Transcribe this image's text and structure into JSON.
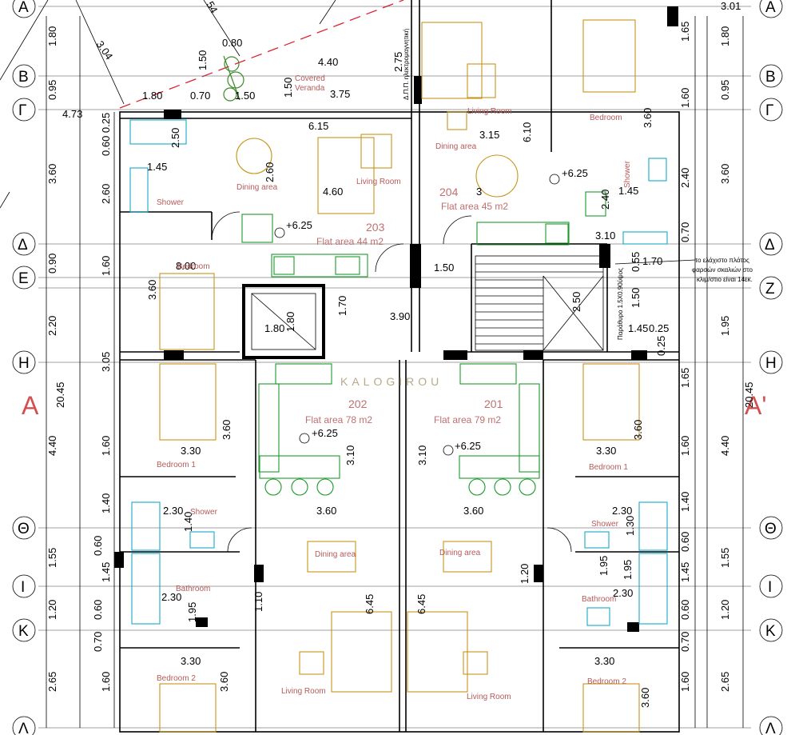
{
  "axes": {
    "rows": [
      "Α",
      "Β",
      "Γ",
      "Δ",
      "Ε",
      "Ζ",
      "Η",
      "Θ",
      "Ι",
      "Κ",
      "Λ"
    ],
    "section_left": "Α",
    "section_right": "Α'"
  },
  "flats": [
    {
      "number": "203",
      "area": "Flat area 44 m2"
    },
    {
      "number": "204",
      "area": "Flat area 45 m2"
    },
    {
      "number": "202",
      "area": "Flat area 78 m2"
    },
    {
      "number": "201",
      "area": "Flat area 79 m2"
    }
  ],
  "rooms": {
    "covered_veranda_1": "Covered",
    "covered_veranda_2": "Veranda",
    "dining": "Dining area",
    "living": "Living Room",
    "bedroom": "Bedroom",
    "bedroom1": "Bedroom 1",
    "bedroom2": "Bedroom 2",
    "shower": "Shower",
    "bathroom": "Bathroom"
  },
  "levels": {
    "floor": "+6.25"
  },
  "brand": "KALOGIROU",
  "notes": {
    "stair_1": "το ελάχιστο πλάτος",
    "stair_2": "φαρσών σκαλιών στο",
    "stair_3": "κλιμ/στιο είναι 14εκ.",
    "window": "Παράθυρο 1.5Χ0.90ύψος",
    "duct": "Δ.Π.Π. ηλεκτρομαγνητική"
  },
  "dimensions": {
    "left_outer": [
      "1.80",
      "0.95",
      "3.60",
      "0.90",
      "2.20",
      "4.40",
      "1.55",
      "1.20",
      "2.65"
    ],
    "left_inner": [
      "0.60 0.25",
      "2.60",
      "1.60",
      "3.60",
      "3.05",
      "1.60",
      "1.40",
      "0.60",
      "1.45",
      "0.60",
      "0.70",
      "1.60"
    ],
    "right_inner": [
      "1.65",
      "1.60",
      "3.60",
      "2.40",
      "0.70",
      "0.55",
      "1.50",
      "0.25",
      "1.65",
      "3.60",
      "1.60",
      "1.40",
      "1.30",
      "0.60",
      "1.95",
      "1.45",
      "0.60",
      "0.70",
      "1.60",
      "3.60"
    ],
    "right_outer": [
      "1.80",
      "0.95",
      "3.60",
      "1.95",
      "4.40",
      "1.55",
      "1.20",
      "2.65"
    ],
    "total_left": "20.45",
    "total_right": "20.45",
    "top": {
      "d304": "3.04",
      "d54": "54",
      "d080": "0.80",
      "d150a": "1.50",
      "d440": "4.40",
      "d275": "2.75",
      "d150b": "1.50",
      "d375": "3.75",
      "d301": "3.01",
      "d473": "4.73",
      "d180": "1.80",
      "d070": "0.70",
      "d150c": "1.50",
      "d615": "6.15",
      "d315": "3.15",
      "d610": "6.10"
    },
    "upper": {
      "d250": "2.50",
      "d145a": "1.45",
      "d260": "2.60",
      "d460": "4.60",
      "d3": "3",
      "d145b": "1.45",
      "d240": "2.40",
      "d310": "3.10",
      "d800": "8.00",
      "d150": "1.50",
      "d170a": "1.70",
      "d360": "3.60",
      "d180a": "1.80",
      "d180b": "1.80",
      "d170b": "1.70",
      "d390": "3.90",
      "d250b": "2.50",
      "d145c": "1.45",
      "d025": "0.25"
    },
    "lower": {
      "d330a": "3.30",
      "d330b": "3.30",
      "d360a": "3.60",
      "d360b": "3.60",
      "d310a": "3.10",
      "d310b": "3.10",
      "d230a": "2.30",
      "d230b": "2.30",
      "d230c": "2.30",
      "d230d": "2.30",
      "d140": "1.40",
      "d130": "1.30",
      "d195a": "1.95",
      "d195b": "1.95",
      "d110": "1.10",
      "d120": "1.20",
      "d645a": "6.45",
      "d645b": "6.45",
      "d330c": "3.30",
      "d330d": "3.30",
      "d360c": "3.60",
      "d360d": "3.60"
    }
  }
}
